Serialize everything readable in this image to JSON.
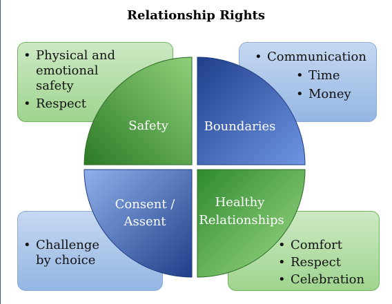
{
  "title": "Relationship Rights",
  "quadrants": {
    "top_left": {
      "label": "Safety",
      "items": [
        "Physical and emotional safety",
        "Respect"
      ]
    },
    "top_right": {
      "label": "Boundaries",
      "items": [
        "Communication",
        "Time",
        "Money"
      ]
    },
    "bottom_left": {
      "label_line1": "Consent /",
      "label_line2": "Assent",
      "items": [
        "Challenge by choice"
      ]
    },
    "bottom_right": {
      "label_line1": "Healthy",
      "label_line2": "Relationships",
      "items": [
        "Comfort",
        "Respect",
        "Celebration"
      ]
    }
  },
  "colors": {
    "green": "#2f8a2f",
    "blue": "#2f55b0",
    "navy": "#1f3f8a"
  }
}
